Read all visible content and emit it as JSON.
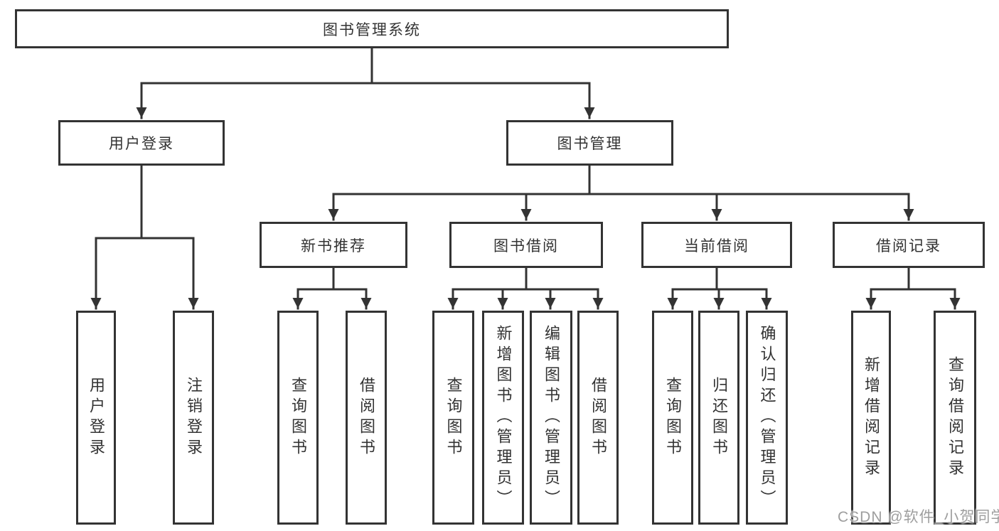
{
  "tree": {
    "root": {
      "label": "图书管理系统"
    },
    "login": {
      "label": "用户登录",
      "children": [
        {
          "label": "用户登录"
        },
        {
          "label": "注销登录"
        }
      ]
    },
    "mgmt": {
      "label": "图书管理",
      "groups": [
        {
          "label": "新书推荐",
          "children": [
            {
              "label": "查询图书"
            },
            {
              "label": "借阅图书"
            }
          ]
        },
        {
          "label": "图书借阅",
          "children": [
            {
              "label": "查询图书"
            },
            {
              "label": "新增图书（管理员）"
            },
            {
              "label": "编辑图书（管理员）"
            },
            {
              "label": "借阅图书"
            }
          ]
        },
        {
          "label": "当前借阅",
          "children": [
            {
              "label": "查询图书"
            },
            {
              "label": "归还图书"
            },
            {
              "label": "确认归还（管理员）"
            }
          ]
        },
        {
          "label": "借阅记录",
          "children": [
            {
              "label": "新增借阅记录"
            },
            {
              "label": "查询借阅记录"
            }
          ]
        }
      ]
    }
  },
  "watermark": {
    "text": "CSDN @软件_小贺同学"
  },
  "colors": {
    "line": "#333333",
    "text": "#333333",
    "background": "#ffffff",
    "watermark": "#9e9e9e"
  }
}
